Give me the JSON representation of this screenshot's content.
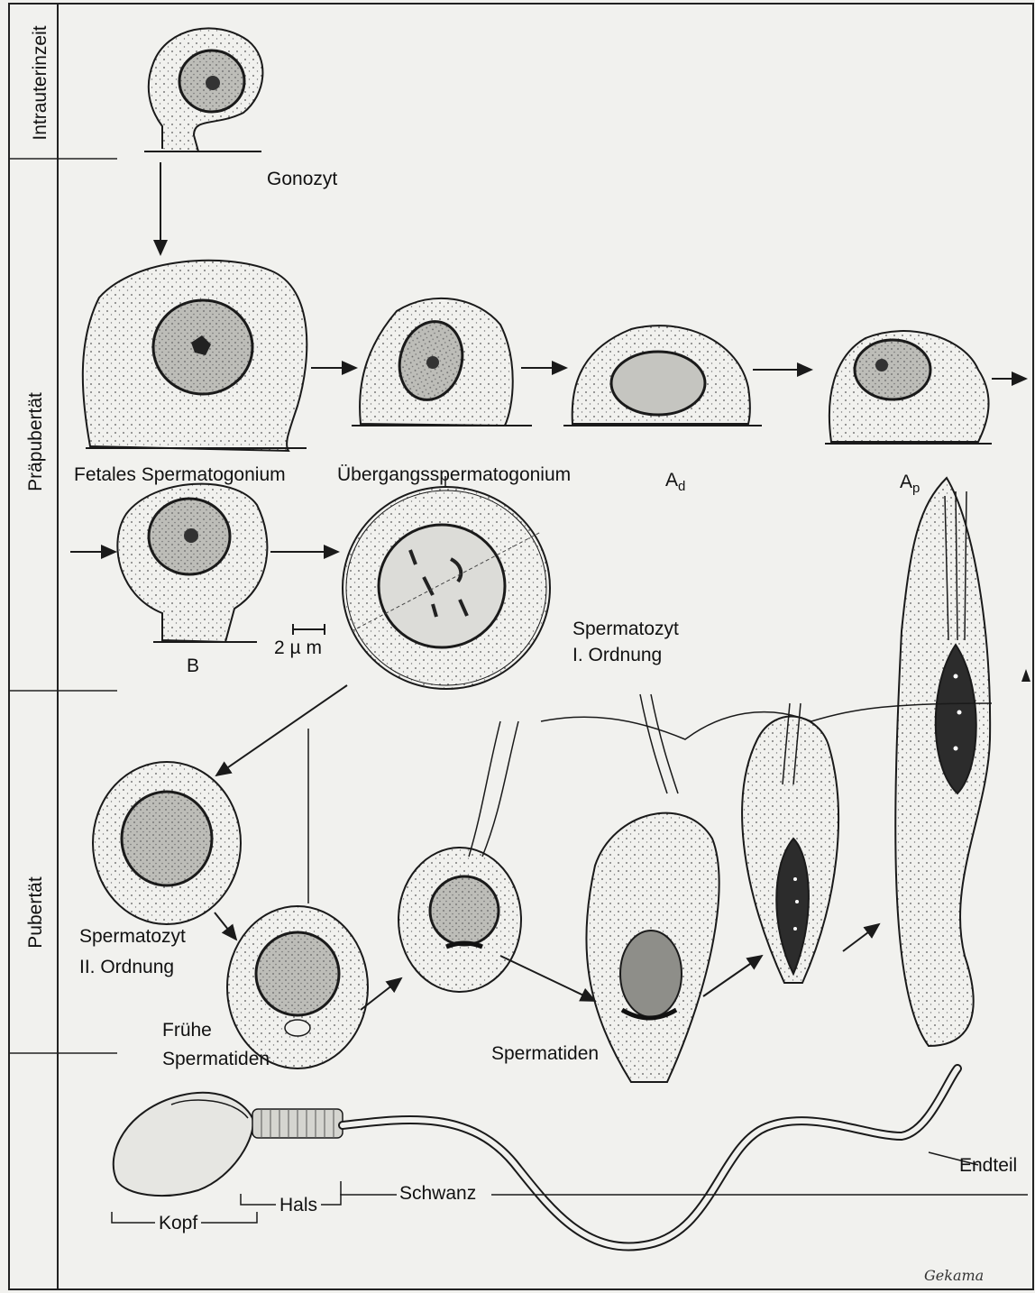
{
  "phases": [
    "Intrauterinzeit",
    "Präpubertät",
    "Pubertät"
  ],
  "cells": {
    "gonozyt": "Gonozyt",
    "fetal": "Fetales Spermatogonium",
    "transitional": "Übergangsspermatogonium",
    "ad_main": "A",
    "ad_sub": "d",
    "ap_main": "A",
    "ap_sub": "p",
    "b": "B",
    "scale": "2 µ m",
    "primary_1": "Spermatozyt",
    "primary_2": "I. Ordnung",
    "secondary_1": "Spermatozyt",
    "secondary_2": "II. Ordnung",
    "early_1": "Frühe",
    "early_2": "Spermatiden",
    "spermatids": "Spermatiden"
  },
  "sperm": {
    "head": "Kopf",
    "neck": "Hals",
    "tail": "Schwanz",
    "end": "Endteil"
  },
  "signature": "Gekama",
  "colors": {
    "ink": "#1a1a1a",
    "nucleus": "#b9b9b4",
    "dark": "#2c2c2c",
    "paper": "#f1f1ee"
  }
}
